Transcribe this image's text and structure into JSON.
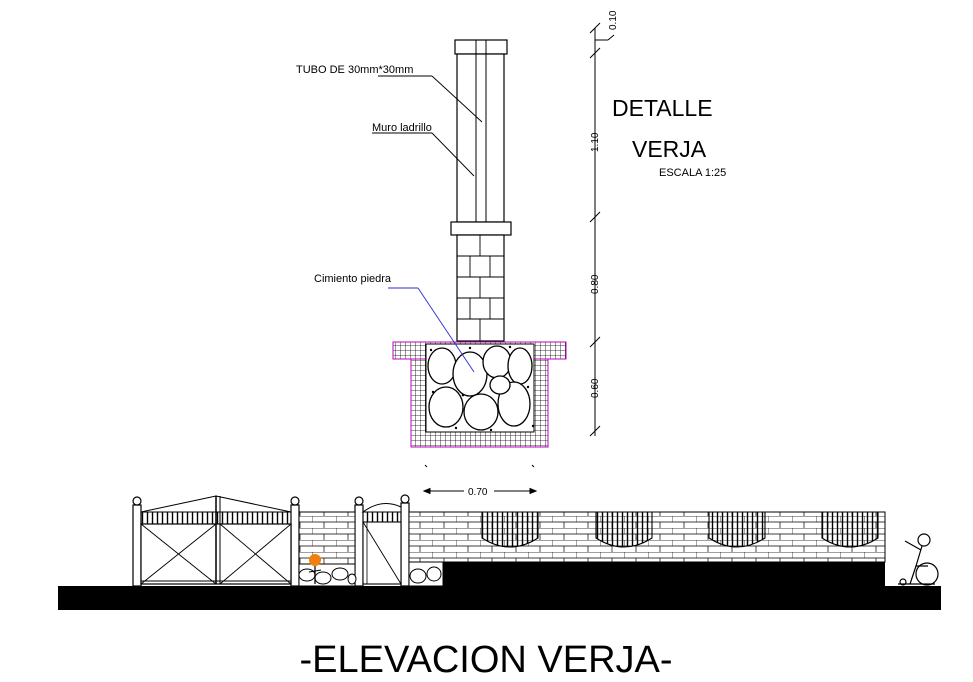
{
  "detail": {
    "title_line1": "DETALLE",
    "title_line2": "VERJA",
    "scale": "ESCALA 1:25",
    "labels": {
      "tube": "TUBO DE 30mm*30mm",
      "brick_wall": "Muro ladrillo",
      "foundation": "Cimiento piedra"
    },
    "dimensions": {
      "top": "0.10",
      "upper": "1.10",
      "middle": "0.80",
      "lower": "0.60",
      "width": "0.70"
    }
  },
  "elevation": {
    "title": "-ELEVACION VERJA-"
  },
  "colors": {
    "line": "#000000",
    "foundation_hatch": "#c000c0",
    "figure_accent": "#f08010"
  }
}
